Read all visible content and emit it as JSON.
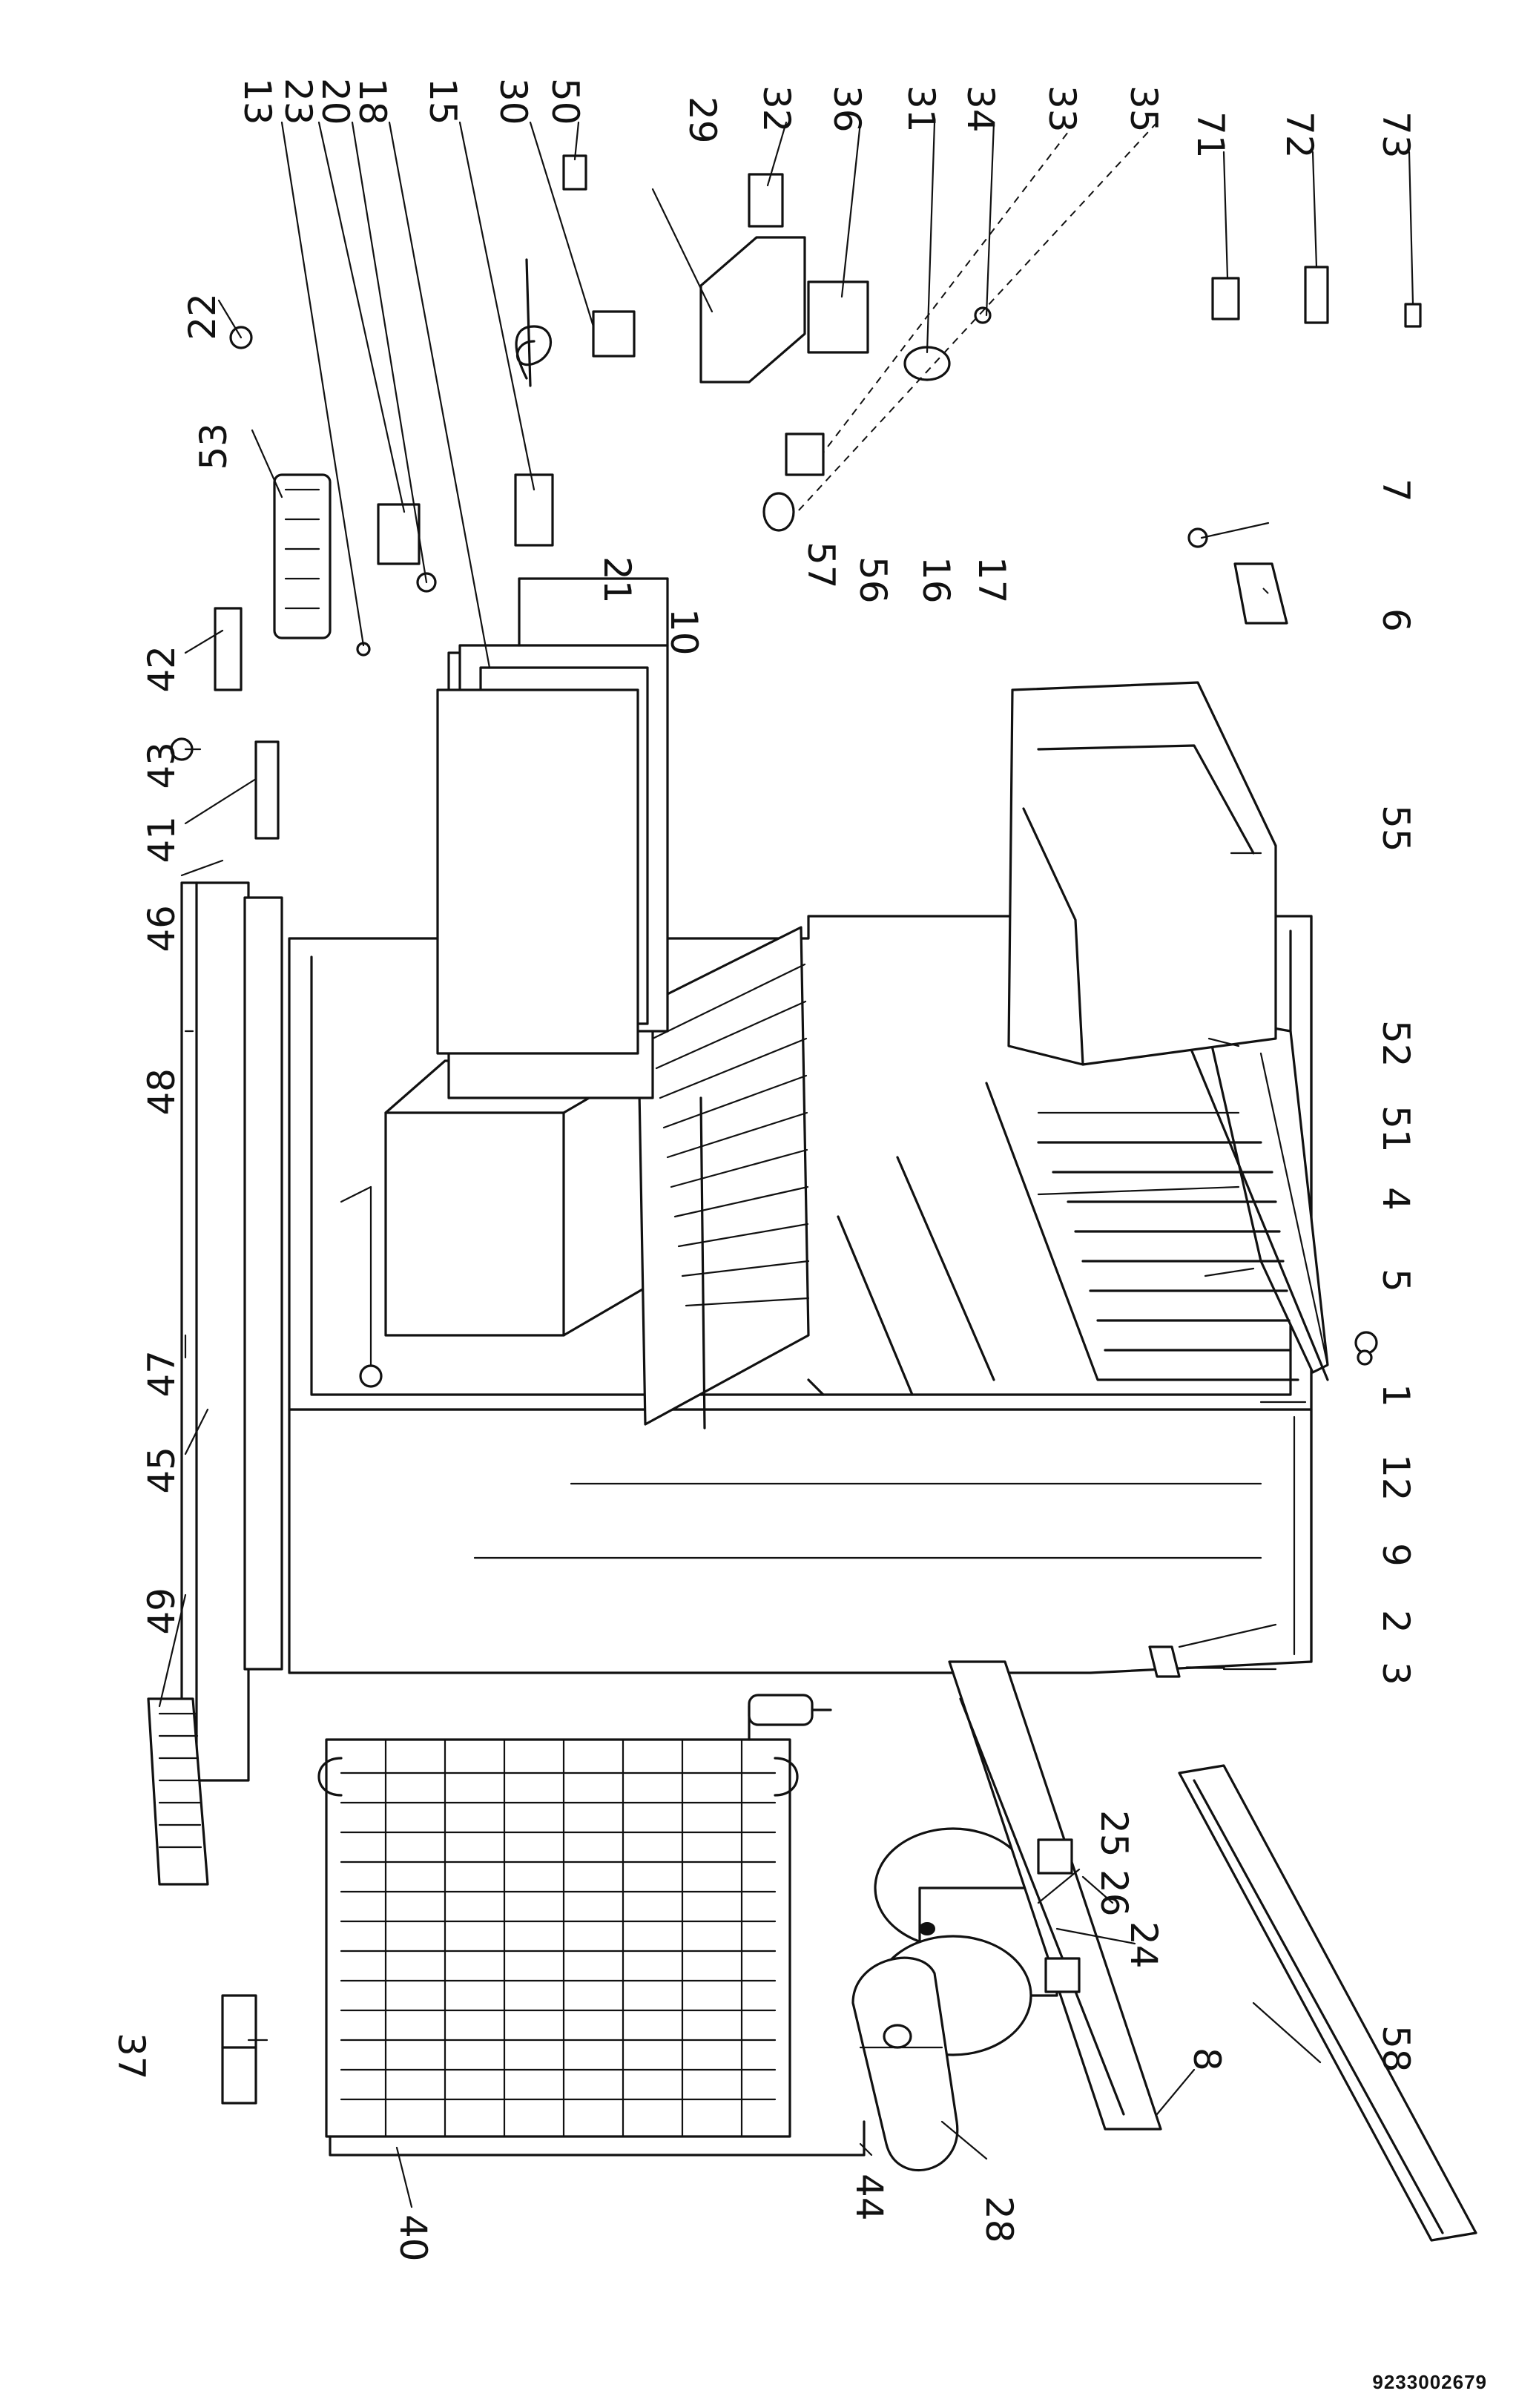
{
  "drawing": {
    "part_numbers": [
      "1",
      "2",
      "3",
      "4",
      "5",
      "6",
      "7",
      "8",
      "9",
      "10",
      "12",
      "13",
      "15",
      "16",
      "17",
      "18",
      "20",
      "21",
      "22",
      "23",
      "24",
      "25",
      "26",
      "28",
      "29",
      "30",
      "31",
      "32",
      "33",
      "34",
      "35",
      "36",
      "37",
      "40",
      "41",
      "42",
      "43",
      "44",
      "45",
      "46",
      "47",
      "48",
      "49",
      "50",
      "51",
      "52",
      "53",
      "55",
      "56",
      "57",
      "58",
      "71",
      "72",
      "73"
    ],
    "drawing_code": "9233002679"
  }
}
